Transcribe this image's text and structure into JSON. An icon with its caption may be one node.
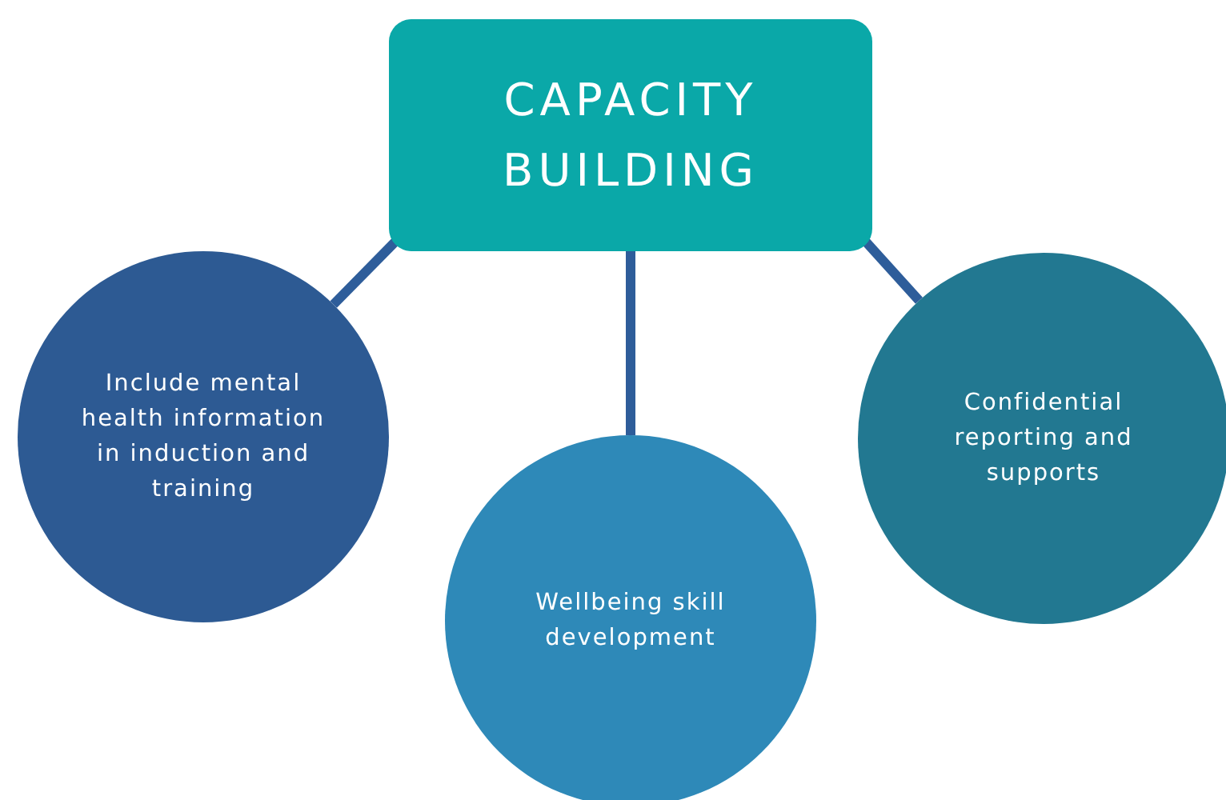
{
  "diagram": {
    "nodes": [
      {
        "text": [
          "CAPACITY BUILDING"
        ]
      },
      {
        "text": [
          "Include mental health information in induction and training"
        ]
      },
      {
        "text": [
          "Wellbeing skill development"
        ]
      },
      {
        "text": [
          "Confidential reporting and supports"
        ]
      }
    ],
    "edges": [
      {
        "from": 0,
        "to": 1,
        "arrow": "none"
      },
      {
        "from": 0,
        "to": 2,
        "arrow": "none"
      },
      {
        "from": 0,
        "to": 3,
        "arrow": "none"
      }
    ]
  }
}
